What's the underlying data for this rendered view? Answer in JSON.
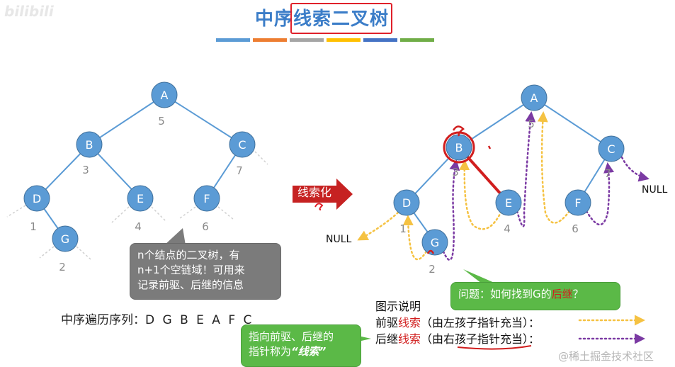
{
  "title": "中序线索二叉树",
  "watermark_top": "bilibili",
  "watermark_bottom": "@稀土掘金技术社区",
  "title_bar_colors": [
    "#5b9bd5",
    "#ed7d31",
    "#a5a5a5",
    "#ffc000",
    "#4472c4",
    "#70ad47"
  ],
  "left_tree": {
    "nodes": [
      {
        "label": "A",
        "order": "5"
      },
      {
        "label": "B",
        "order": "3"
      },
      {
        "label": "C",
        "order": "7"
      },
      {
        "label": "D",
        "order": "1"
      },
      {
        "label": "E",
        "order": "4"
      },
      {
        "label": "F",
        "order": "6"
      },
      {
        "label": "G",
        "order": "2"
      }
    ]
  },
  "right_tree": {
    "nodes": [
      {
        "label": "A",
        "order": "5"
      },
      {
        "label": "B",
        "order": "3"
      },
      {
        "label": "C",
        "order": "7"
      },
      {
        "label": "D",
        "order": "1"
      },
      {
        "label": "E",
        "order": "4"
      },
      {
        "label": "F",
        "order": "6"
      },
      {
        "label": "G",
        "order": "2"
      }
    ],
    "null_left": "NULL",
    "null_right": "NULL"
  },
  "arrow_label": "线索化",
  "gray_bubble": {
    "line1": "n个结点的二叉树，有",
    "line2": "n+1个空链域！可用来",
    "line3": "记录前驱、后继的信息"
  },
  "question_bubble": {
    "prefix": "问题：如何找到G的",
    "emphasis": "后继",
    "suffix": "？"
  },
  "thread_bubble": {
    "line1": "指向前驱、后继的",
    "line2_prefix": "指针称为",
    "line2_emphasis": "“线索”"
  },
  "inorder": {
    "label": "中序遍历序列：",
    "sequence": "D G B E A F C"
  },
  "legend": {
    "title": "图示说明",
    "pred_prefix": "前驱",
    "pred_red": "线索",
    "pred_suffix": "（由左孩子指针充当）：",
    "succ_prefix": "后继",
    "succ_red": "线索",
    "succ_suffix": "（由右孩子指针充当）："
  },
  "colors": {
    "node_fill": "#5b9bd5",
    "edge": "#5b9bd5",
    "pred_thread": "#f5c242",
    "succ_thread": "#7b3aa3",
    "highlight": "#d11e1e",
    "arrow": "#c62222"
  }
}
